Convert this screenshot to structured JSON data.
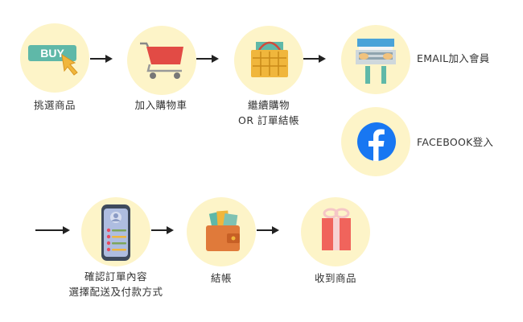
{
  "steps": [
    {
      "id": "pick",
      "label_line1": "挑選商品",
      "icon": "buy-button-icon"
    },
    {
      "id": "cart",
      "label_line1": "加入購物車",
      "icon": "shopping-cart-icon"
    },
    {
      "id": "continue",
      "label_line1": "繼續購物",
      "label_line2": "OR 訂單結帳",
      "icon": "shopping-basket-icon"
    },
    {
      "id": "confirm",
      "label_line1": "確認訂單內容",
      "label_line2": "選擇配送及付款方式",
      "icon": "phone-order-icon"
    },
    {
      "id": "checkout",
      "label_line1": "結帳",
      "icon": "wallet-icon"
    },
    {
      "id": "receive",
      "label_line1": "收到商品",
      "icon": "gift-box-icon"
    }
  ],
  "login": {
    "email_label": "EMAIL加入會員",
    "facebook_label": "FACEBOOK登入",
    "email_icon": "laptop-user-icon",
    "facebook_icon": "facebook-icon"
  },
  "buy_text": "BUY",
  "colors": {
    "circle": "#fdf4c8",
    "facebook": "#1877f2",
    "arrow": "#222222"
  }
}
